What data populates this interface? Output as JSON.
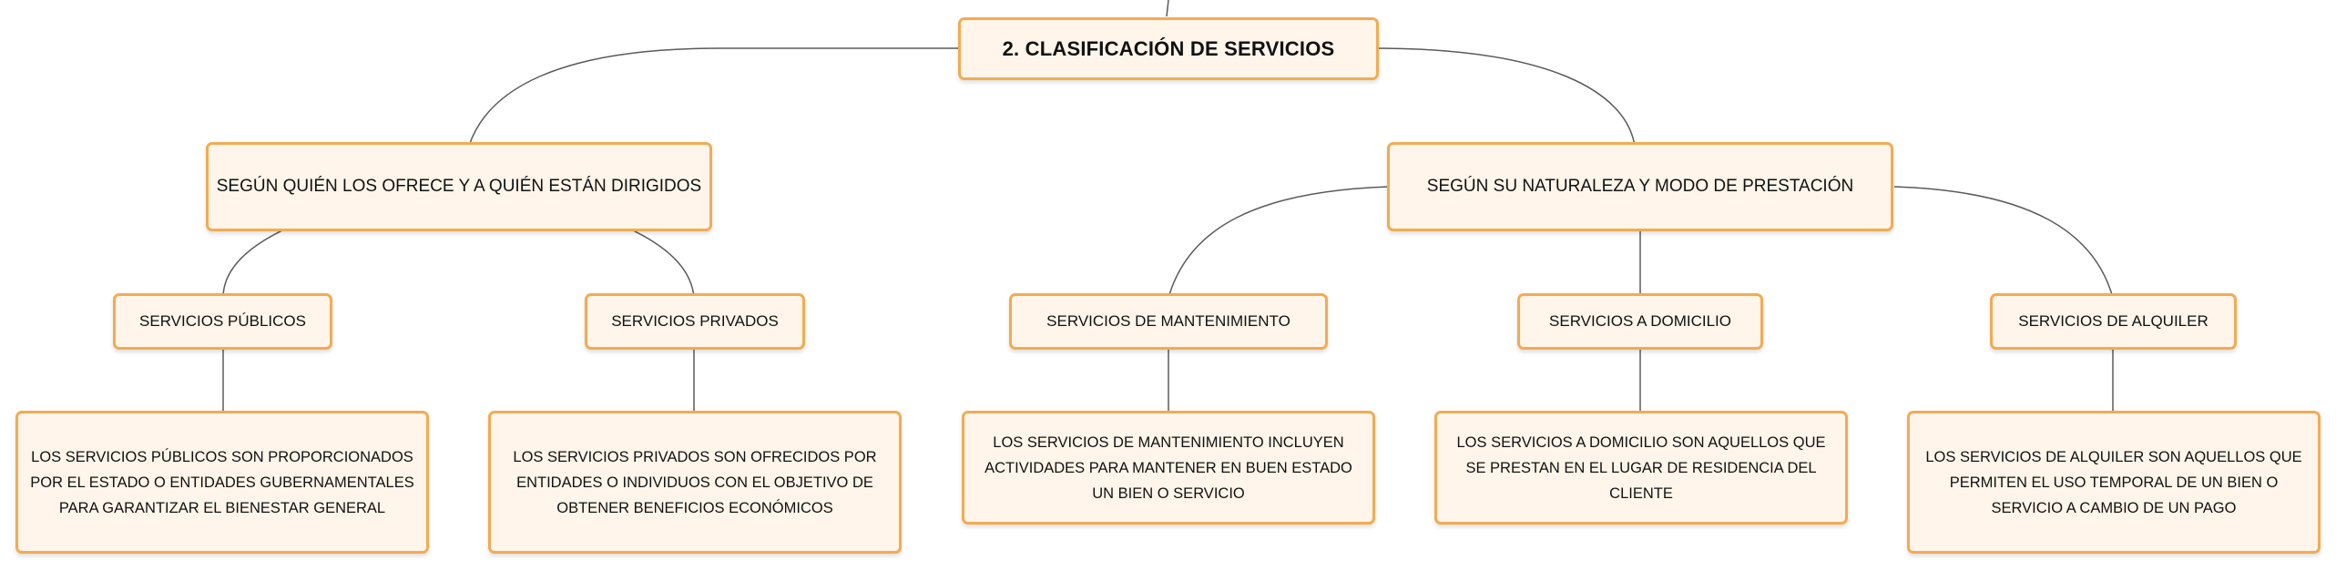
{
  "root": {
    "label": "2. CLASIFICACIÓN DE SERVICIOS"
  },
  "branches": [
    {
      "label": "SEGÚN QUIÉN LOS OFRECE Y A QUIÉN ESTÁN DIRIGIDOS",
      "children": [
        {
          "label": "SERVICIOS PÚBLICOS",
          "description": "LOS SERVICIOS PÚBLICOS SON PROPORCIONADOS POR EL ESTADO O ENTIDADES GUBERNAMENTALES PARA GARANTIZAR EL BIENESTAR GENERAL"
        },
        {
          "label": "SERVICIOS PRIVADOS",
          "description": "LOS SERVICIOS PRIVADOS SON OFRECIDOS POR ENTIDADES O INDIVIDUOS CON EL OBJETIVO DE OBTENER BENEFICIOS ECONÓMICOS"
        }
      ]
    },
    {
      "label": "SEGÚN SU NATURALEZA Y MODO DE PRESTACIÓN",
      "children": [
        {
          "label": "SERVICIOS DE MANTENIMIENTO",
          "description": "LOS SERVICIOS DE MANTENIMIENTO INCLUYEN ACTIVIDADES PARA MANTENER EN BUEN ESTADO UN BIEN O SERVICIO"
        },
        {
          "label": "SERVICIOS A DOMICILIO",
          "description": "LOS SERVICIOS A DOMICILIO SON AQUELLOS QUE SE PRESTAN EN EL LUGAR DE RESIDENCIA DEL CLIENTE"
        },
        {
          "label": "SERVICIOS DE ALQUILER",
          "description": "LOS SERVICIOS DE ALQUILER SON AQUELLOS QUE PERMITEN EL USO TEMPORAL DE UN BIEN O SERVICIO A CAMBIO DE UN PAGO"
        }
      ]
    }
  ],
  "colors": {
    "node_fill": "#fff5ea",
    "node_border": "#f3ab52",
    "connector": "#555555"
  }
}
